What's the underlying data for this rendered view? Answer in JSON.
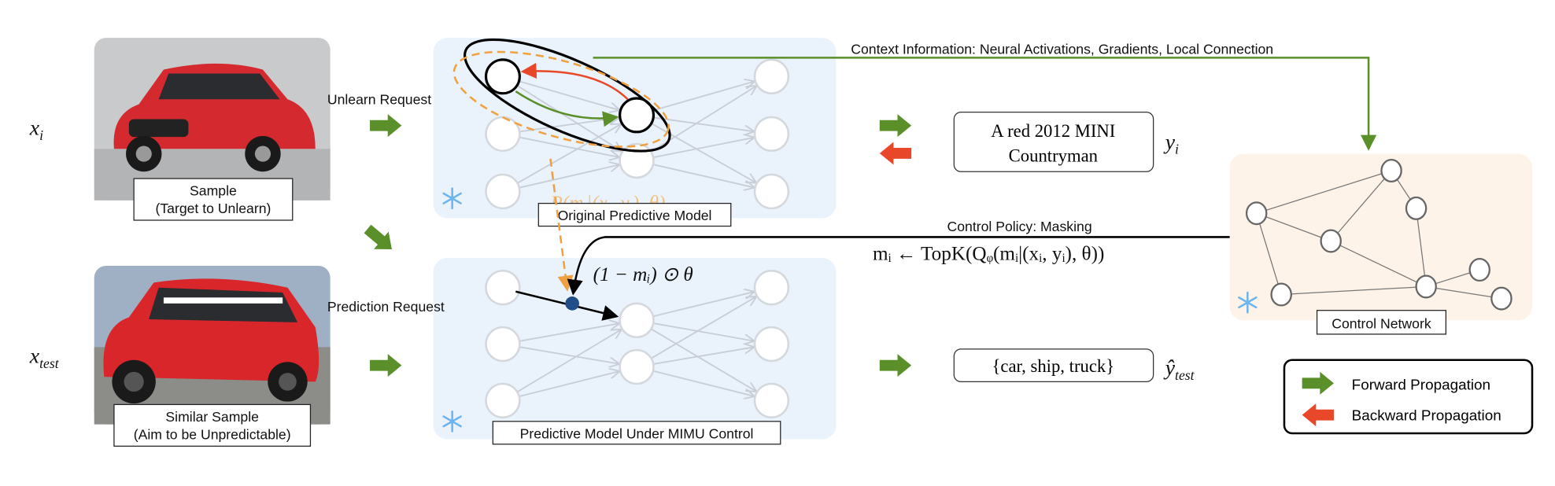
{
  "inputs": {
    "sample": {
      "symbol_base": "x",
      "symbol_sub": "i",
      "label_line1": "Sample",
      "label_line2": "(Target to Unlearn)"
    },
    "similar": {
      "symbol_base": "x",
      "symbol_sub": "test",
      "label_line1": "Similar Sample",
      "label_line2": "(Aim to be Unpredictable)"
    }
  },
  "requests": {
    "unlearn": "Unlearn Request",
    "prediction": "Prediction Request"
  },
  "models": {
    "original": "Original Predictive Model",
    "controlled": "Predictive Model Under MIMU Control",
    "control_network": "Control Network",
    "policy_prob": "P(mᵢ|(xᵢ, yᵢ), θ)",
    "masked_weights": "(1 − mᵢ) ⊙ θ"
  },
  "flows": {
    "context": "Context Information: Neural Activations, Gradients, Local Connection",
    "policy": "Control Policy: Masking",
    "policy_formula": "mᵢ ← TopK(Qᵩ(mᵢ|(xᵢ, yᵢ), θ))"
  },
  "outputs": {
    "sample_line1": "A red 2012 MINI",
    "sample_line2": "Countryman",
    "sample_symbol_base": "y",
    "sample_symbol_sub": "i",
    "test": "{car, ship, truck}",
    "test_symbol_base": "ŷ",
    "test_symbol_sub": "test"
  },
  "legend": {
    "forward": "Forward Propagation",
    "backward": "Backward Propagation"
  },
  "colors": {
    "forward": "#5a8f2a",
    "backward": "#e8472a",
    "model_bg": "#eaf3fc",
    "control_bg": "#fdf3e8",
    "policy_dashed": "#f0a040",
    "mask_dot": "#1f4e89",
    "snowflake": "#6cb4ee"
  },
  "icons": [
    "snowflake-icon",
    "forward-arrow-icon",
    "backward-arrow-icon"
  ]
}
